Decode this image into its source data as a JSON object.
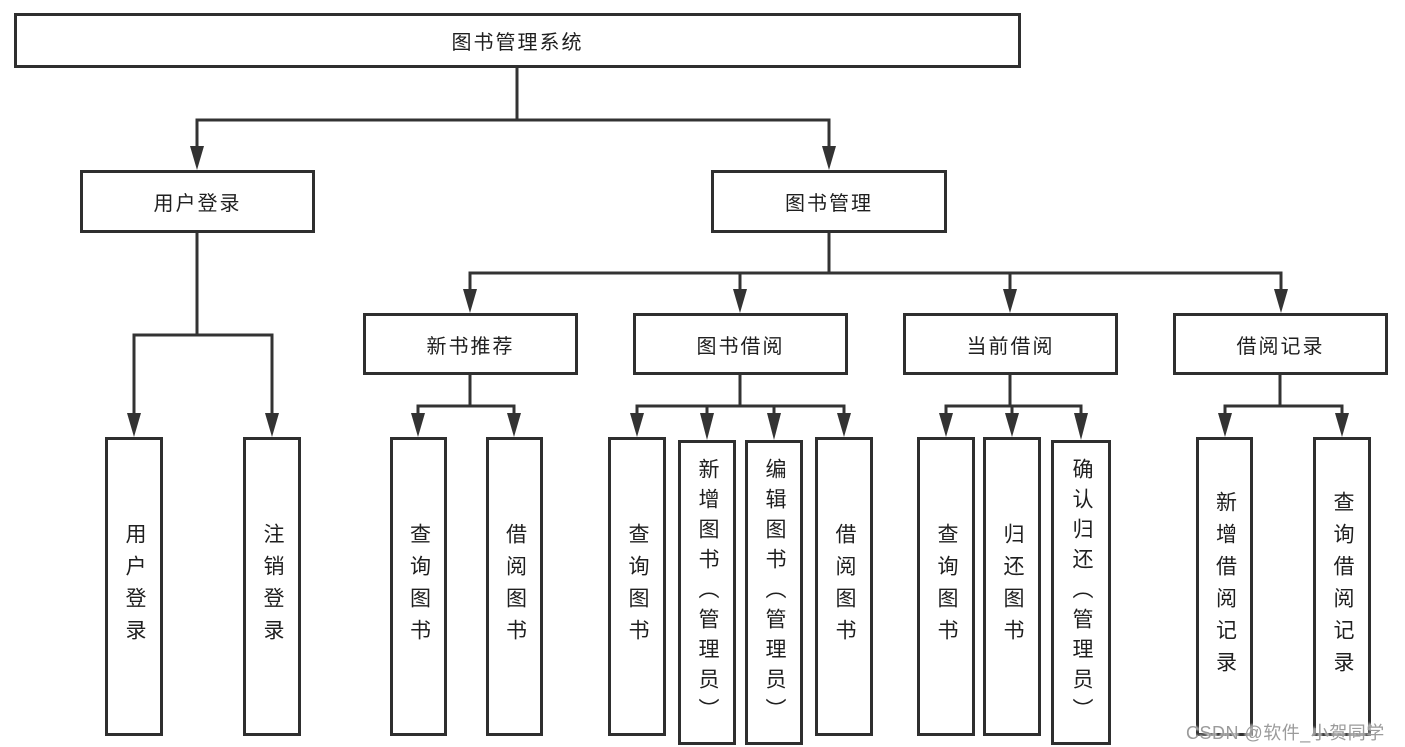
{
  "colors": {
    "background": "#ffffff",
    "box_border": "#2f2f2f",
    "connector_line": "#333333",
    "text": "#1f1f1f",
    "watermark": "#9b9b9b"
  },
  "tree": {
    "label": "图书管理系统",
    "children": [
      {
        "label": "用户登录",
        "children": [
          {
            "label": "用户登录"
          },
          {
            "label": "注销登录"
          }
        ]
      },
      {
        "label": "图书管理",
        "children": [
          {
            "label": "新书推荐",
            "children": [
              {
                "label": "查询图书"
              },
              {
                "label": "借阅图书"
              }
            ]
          },
          {
            "label": "图书借阅",
            "children": [
              {
                "label": "查询图书"
              },
              {
                "label": "新增图书（管理员）"
              },
              {
                "label": "编辑图书（管理员）"
              },
              {
                "label": "借阅图书"
              }
            ]
          },
          {
            "label": "当前借阅",
            "children": [
              {
                "label": "查询图书"
              },
              {
                "label": "归还图书"
              },
              {
                "label": "确认归还（管理员）"
              }
            ]
          },
          {
            "label": "借阅记录",
            "children": [
              {
                "label": "新增借阅记录"
              },
              {
                "label": "查询借阅记录"
              }
            ]
          }
        ]
      }
    ]
  },
  "watermark": {
    "text": "CSDN @软件_小贺同学"
  }
}
